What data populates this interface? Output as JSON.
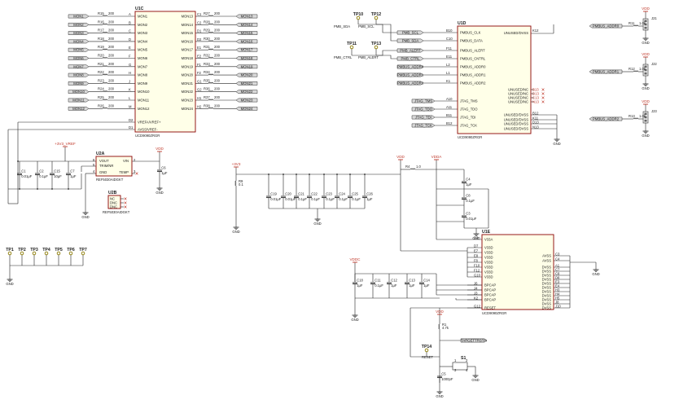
{
  "u1c": {
    "ref": "U1C",
    "part": "UCD9090ZRGR",
    "left_pins": [
      {
        "name": "MON1",
        "n": "A"
      },
      {
        "name": "MON2",
        "n": "B"
      },
      {
        "name": "MON3",
        "n": "C"
      },
      {
        "name": "MON4",
        "n": "D"
      },
      {
        "name": "MON5",
        "n": "E"
      },
      {
        "name": "MON6",
        "n": "F"
      },
      {
        "name": "MON7",
        "n": "G"
      },
      {
        "name": "MON8",
        "n": "H"
      },
      {
        "name": "MON9",
        "n": "J"
      },
      {
        "name": "MON10",
        "n": "K"
      },
      {
        "name": "MON11",
        "n": "L"
      },
      {
        "name": "MON12",
        "n": "M"
      }
    ],
    "right_pins": [
      {
        "name": "MON13",
        "n": "C1"
      },
      {
        "name": "MON14",
        "n": "C2"
      },
      {
        "name": "MON15",
        "n": "D1"
      },
      {
        "name": "MON16",
        "n": "D2"
      },
      {
        "name": "MON17",
        "n": "E1"
      },
      {
        "name": "MON18",
        "n": "E2"
      },
      {
        "name": "MON19",
        "n": "F1"
      },
      {
        "name": "MON20",
        "n": "F2"
      },
      {
        "name": "MON21",
        "n": "G1"
      },
      {
        "name": "MON22",
        "n": "G2"
      },
      {
        "name": "MON23",
        "n": "H1"
      },
      {
        "name": "MON24",
        "n": "H2"
      }
    ],
    "vref": "VREFA/VREF+",
    "avss": "AVSS/VREF-",
    "vref_pin": "D2",
    "avss_pin": "D1"
  },
  "left_resistors": [
    "R15",
    "R16",
    "R17",
    "R18",
    "R19",
    "R20",
    "R21",
    "R22",
    "R23",
    "R24",
    "R25",
    "R26"
  ],
  "right_resistors": [
    "R27",
    "R28",
    "R29",
    "R30",
    "R31",
    "R32",
    "R33",
    "R34",
    "R35",
    "R36",
    "R37",
    "R38"
  ],
  "res200": "200",
  "left_nets": [
    "MON1",
    "MON2",
    "MON3",
    "MON4",
    "MON5",
    "MON6",
    "MON7",
    "MON8",
    "MON9",
    "MON10",
    "MON11",
    "MON12"
  ],
  "right_nets": [
    "MON13",
    "MON14",
    "MON15",
    "MON16",
    "MON17",
    "MON18",
    "MON19",
    "MON20",
    "MON21",
    "MON22",
    "MON23",
    "MON24"
  ],
  "vref_section": {
    "supply": "+3V3_VREF",
    "u2a": "U2A",
    "u2a_part": "REF5030AIDGKT",
    "pins": {
      "vout": "VOUT",
      "trim": "TRIM/NR",
      "gnd": "GND",
      "temp": "TEMP",
      "vin": "VIN"
    },
    "pin_nums": {
      "vout": "6",
      "trim": "5",
      "gnd": "4",
      "temp": "3",
      "vin": "2"
    },
    "caps": [
      {
        "ref": "C1",
        "val": "0.01μF"
      },
      {
        "ref": "C2",
        "val": "0.1μF"
      },
      {
        "ref": "C15",
        "val": "10μF"
      },
      {
        "ref": "C7",
        "val": "1μF"
      }
    ],
    "c6": {
      "ref": "C6",
      "val": "1μF"
    },
    "u2b": "U2B",
    "u2b_part": "REF5030AIDGKT",
    "u2b_pins": [
      "NC",
      "DNC",
      "DNC"
    ],
    "vdd": "VDD",
    "gnd": "GND"
  },
  "testpoints_left": [
    "TP1",
    "TP2",
    "TP3",
    "TP4",
    "TP5",
    "TP6",
    "TP7"
  ],
  "pmbus_section": {
    "tp10": "TP10",
    "tp12": "TP12",
    "tp11": "TP11",
    "tp13": "TP13",
    "net_sda": "PMB_SDA",
    "net_scl": "PMB_SCL",
    "net_ctrl": "PMB_CTRL",
    "net_alert": "PMB_ALERT",
    "u1d": "U1D",
    "u1d_part": "UCD9090ZRGR",
    "pins": [
      {
        "net": "PMB_SCL",
        "pin": "B10",
        "name": "PMBUS_CLK"
      },
      {
        "net": "PMB_SDA",
        "pin": "C10",
        "name": "PMBUS_DATA"
      },
      {
        "net": "PMB_ALERT",
        "pin": "F11",
        "name": "PMBUS_ALERT"
      },
      {
        "net": "PMB_CTRL",
        "pin": "E11",
        "name": "PMBUS_CNTRL"
      },
      {
        "net": "PMBUS_ADDR0",
        "pin": "L2",
        "name": "PMBUS_ADDR0"
      },
      {
        "net": "PMBUS_ADDR1",
        "pin": "L1",
        "name": "PMBUS_ADDR1"
      },
      {
        "net": "PMBUS_ADDR2",
        "pin": "K1",
        "name": "PMBUS_ADDR2"
      }
    ],
    "jtag": [
      {
        "net": "JTAG_TMS",
        "pin": "A10",
        "name": "JTAG_TMS"
      },
      {
        "net": "JTAG_TDO",
        "pin": "A11",
        "name": "JTAG_TDO"
      },
      {
        "net": "JTAG_TDI",
        "pin": "B11",
        "name": "JTAG_TDI"
      },
      {
        "net": "JTAG_TCK",
        "pin": "B12",
        "name": "JTAG_TCK"
      }
    ],
    "right_top": {
      "name": "UNUSED/DVSS",
      "pin": "K12"
    },
    "unused_nc": [
      {
        "name": "UNUSED/NC",
        "pin": "B13"
      },
      {
        "name": "UNUSED/NC",
        "pin": "D13"
      },
      {
        "name": "UNUSED/NC",
        "pin": "C13"
      },
      {
        "name": "UNUSED/NC",
        "pin": "N13"
      }
    ],
    "unused_dvss": [
      {
        "name": "UNUSED/DVSS",
        "pin": "B12"
      },
      {
        "name": "UNUSED/DVSS",
        "pin": "K11"
      },
      {
        "name": "UNUSED/DVSS",
        "pin": "D13"
      },
      {
        "name": "UNUSED/DVSS",
        "pin": "N13"
      }
    ]
  },
  "addr_section": {
    "rows": [
      {
        "net": "PMBUS_ADDR0",
        "res": "R11",
        "val": "1.0k",
        "jumper": "J21"
      },
      {
        "net": "PMBUS_ADDR1",
        "res": "R12",
        "val": "1.0k",
        "jumper": "J22"
      },
      {
        "net": "PMBUS_ADDR2",
        "res": "R13",
        "val": "1.0k",
        "jumper": "J23"
      }
    ],
    "vdd": "VDD"
  },
  "decoupling": {
    "supply": "+3V3",
    "r9": "R9",
    "r9_val": "0.1",
    "caps": [
      {
        "ref": "C19",
        "val": "0.01μF"
      },
      {
        "ref": "C20",
        "val": "0.01μF"
      },
      {
        "ref": "C21",
        "val": "0.1μF"
      },
      {
        "ref": "C22",
        "val": "0.1μF"
      },
      {
        "ref": "C23",
        "val": "0.1μF"
      },
      {
        "ref": "C24",
        "val": "0.1μF"
      },
      {
        "ref": "C25",
        "val": "0.1μF"
      },
      {
        "ref": "C26",
        "val": "1μF"
      }
    ]
  },
  "power_section": {
    "vdd": "VDD",
    "vdda": "VDDA",
    "r4": "R4",
    "r4_val": "1.0",
    "c4": {
      "ref": "C4",
      "val": "1μF"
    },
    "c8": {
      "ref": "C8",
      "val": "0.1μF"
    },
    "c3": {
      "ref": "C3",
      "val": "0.01μF"
    },
    "vddc": "VDDC",
    "bcaps": [
      {
        "ref": "C18",
        "val": "1μF"
      },
      {
        "ref": "C11",
        "val": "0.1μF"
      },
      {
        "ref": "C12",
        "val": "1μF"
      },
      {
        "ref": "C13",
        "val": "1μF"
      },
      {
        "ref": "C14",
        "val": "1μF"
      }
    ],
    "u1e": "U1E",
    "u1e_part": "UCD9090ZRGR",
    "left_pins": [
      {
        "pin": "D3",
        "name": "V33A"
      },
      {
        "pin": "D7",
        "name": "V33D"
      },
      {
        "pin": "E7",
        "name": "V33D"
      },
      {
        "pin": "E8",
        "name": "V33D"
      },
      {
        "pin": "F8",
        "name": "V33D"
      },
      {
        "pin": "F10",
        "name": "V33D"
      },
      {
        "pin": "F12",
        "name": "V33D"
      },
      {
        "pin": "G10",
        "name": "V33D"
      },
      {
        "pin": "J6",
        "name": "BPCAP"
      },
      {
        "pin": "J4",
        "name": "BPCAP"
      },
      {
        "pin": "J3",
        "name": "BPCAP"
      },
      {
        "pin": "K2",
        "name": "BPCAP"
      },
      {
        "pin": "G12",
        "name": "RESET"
      }
    ],
    "right_pins": [
      {
        "pin": "C3",
        "name": "AVSS"
      },
      {
        "pin": "C4",
        "name": "AVSS"
      },
      {
        "pin": "A1",
        "name": "DVSS"
      },
      {
        "pin": "C7",
        "name": "DVSS"
      },
      {
        "pin": "C8",
        "name": "DVSS"
      },
      {
        "pin": "D8",
        "name": "DVSS"
      },
      {
        "pin": "E3",
        "name": "DVSS"
      },
      {
        "pin": "E4",
        "name": "DVSS"
      },
      {
        "pin": "H3",
        "name": "DVSS"
      },
      {
        "pin": "H4",
        "name": "DVSS"
      },
      {
        "pin": "H5",
        "name": "DVSS"
      },
      {
        "pin": "J8",
        "name": "DVSS"
      },
      {
        "pin": "J10",
        "name": "DVSS"
      },
      {
        "pin": "J11",
        "name": "DVSS"
      }
    ],
    "r1": "R1",
    "r1_val": "4.7k",
    "tp14": "TP14",
    "reset_net": "RESET",
    "target_net": "TARGETTRST/n",
    "s1": "S1",
    "c5": {
      "ref": "C5",
      "val": "1000pF"
    },
    "switch_pins": [
      "1",
      "2",
      "3",
      "4"
    ]
  }
}
